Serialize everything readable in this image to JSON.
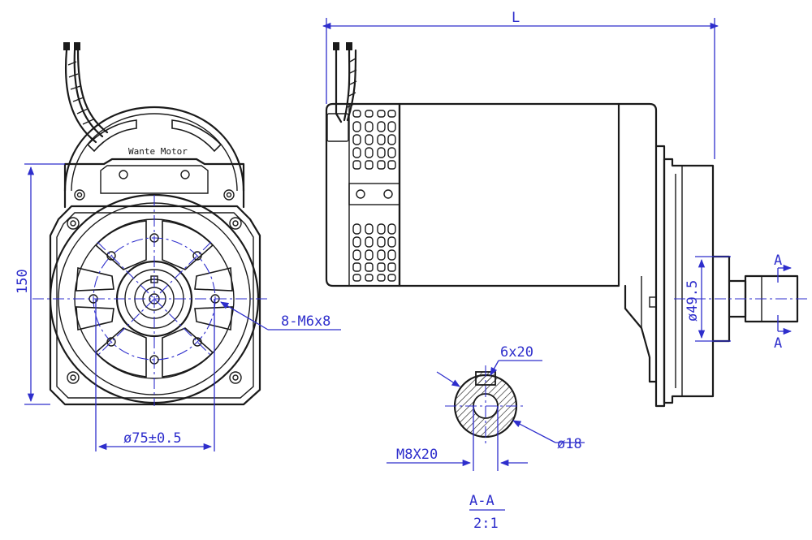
{
  "brand_label": "Wante Motor",
  "dimensions": {
    "overall_length": "L",
    "height": "150",
    "bolt_circle": "ø75±0.5",
    "mounting_holes": "8-M6x8",
    "flange_diameter": "ø49.5",
    "section_mark_top": "A",
    "section_mark_bottom": "A",
    "key": "6x20",
    "shaft_diameter": "ø18",
    "thread": "M8X20",
    "section_title": "A-A",
    "section_scale": "2:1"
  },
  "colors": {
    "line": "#1a1a1a",
    "dimension": "#2e2ecc",
    "background": "#ffffff"
  }
}
